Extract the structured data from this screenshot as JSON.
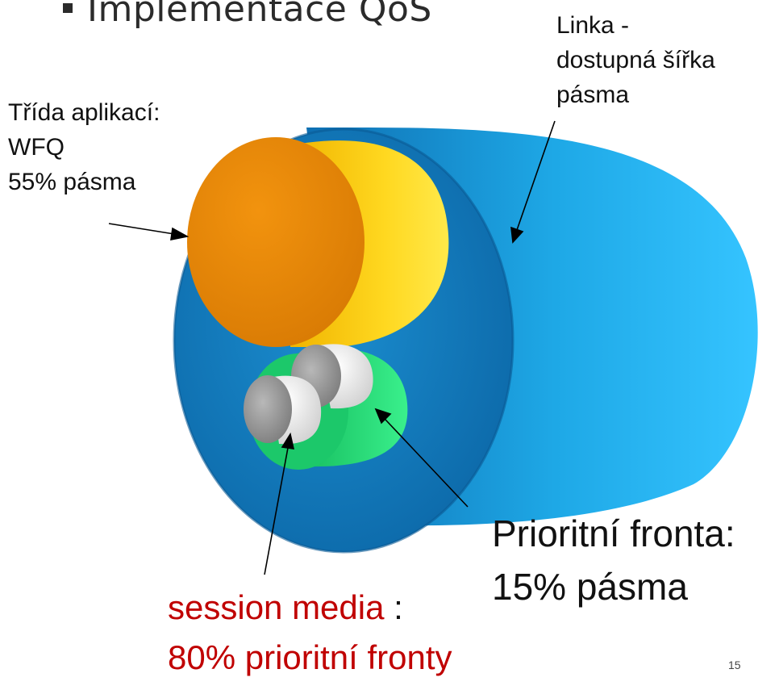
{
  "title": "Implementace QoS",
  "labels": {
    "link": [
      "Linka -",
      "dostupná šířka",
      "pásma"
    ],
    "app_class": [
      "Třída aplikací:",
      "WFQ",
      "55% pásma"
    ],
    "priority_queue": [
      "Prioritní fronta:",
      "15% pásma"
    ],
    "session_media_name": "session media",
    "session_media_colon": " :",
    "session_media_share": "80% prioritní fronty"
  },
  "page_number": "15",
  "colors": {
    "link_pipe": "#1f8fd0",
    "app_class_pipe": "#e8890a",
    "app_class_side": "#ffd21a",
    "priority_pipe": "#1fcf6a",
    "session_media_pipe": "#e8e8e8",
    "accent_text": "#c00000"
  }
}
